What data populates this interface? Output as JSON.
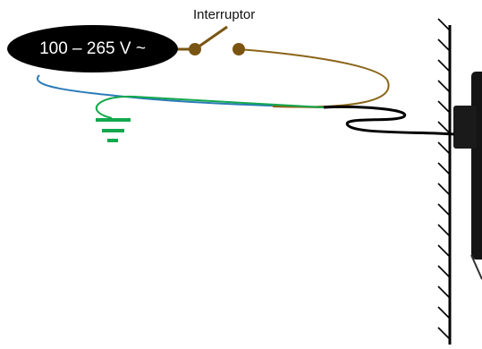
{
  "switch": {
    "label": "Interruptor"
  },
  "supply": {
    "label": "100 – 265 V ~"
  },
  "colors": {
    "phase": "#7a5512",
    "neutral": "#2b7bb8",
    "ground": "#13a84d",
    "cable": "#000000",
    "supply_fill": "#000000"
  },
  "icons": [
    "switch-icon",
    "ground-symbol-icon",
    "wall-hatch",
    "device-body"
  ]
}
